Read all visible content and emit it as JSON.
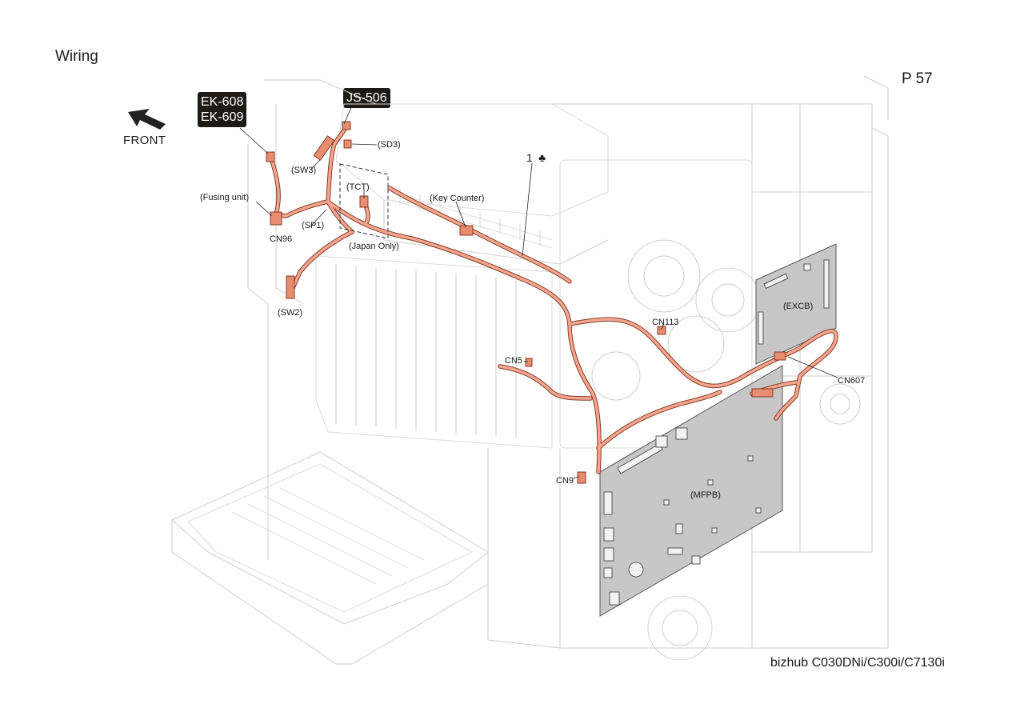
{
  "header": {
    "title": "Wiring",
    "page_number": "P 57"
  },
  "footer": {
    "model": "bizhub C030DNi/C300i/C7130i"
  },
  "orientation": {
    "label": "FRONT",
    "icon": "arrow-front-icon"
  },
  "badges": {
    "ek": [
      "EK-608",
      "EK-609"
    ],
    "js": "JS-506"
  },
  "item": {
    "number": "1",
    "mark": "♣"
  },
  "callouts": {
    "sd3": "(SD3)",
    "sw3": "(SW3)",
    "tct": "(TCT)",
    "key_counter": "(Key Counter)",
    "fusing_unit": "(Fusing unit)",
    "sp1": "(SP1)",
    "cn96": "CN96",
    "japan_only": "(Japan Only)",
    "sw2": "(SW2)",
    "excb": "(EXCB)",
    "cn113": "CN113",
    "cn5": "CN5",
    "cn607": "CN607",
    "cn9": "CN9",
    "mfpb": "(MFPB)"
  },
  "colors": {
    "harness_fill": "#f2a690",
    "harness_outline": "#8a3a22",
    "board_fill": "#c7c7c7",
    "badge_bg": "#1e1a16",
    "frame_line": "#cfcfcf"
  }
}
